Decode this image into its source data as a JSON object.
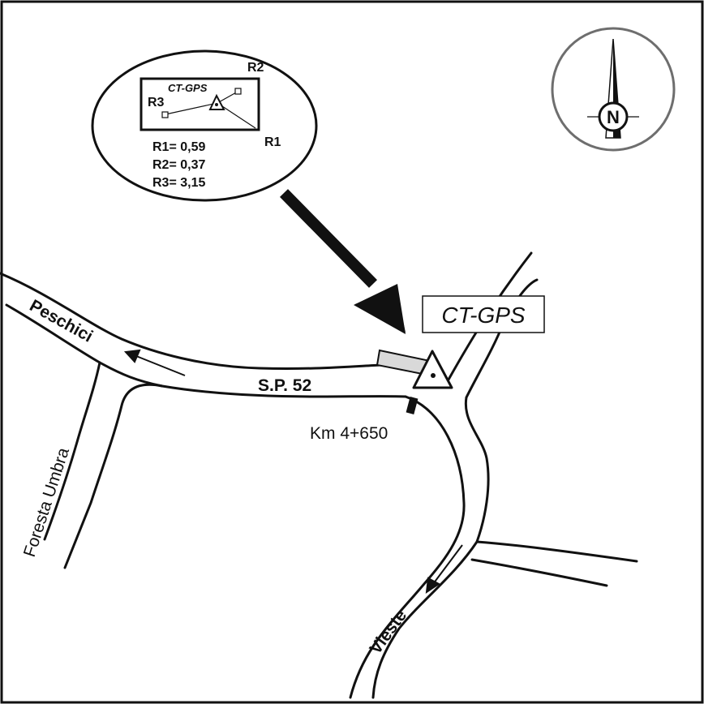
{
  "inset": {
    "station": "CT-GPS",
    "refs": [
      "R1",
      "R2",
      "R3"
    ],
    "distances": [
      {
        "ref": "R1",
        "text": "R1= 0,59",
        "value": 0.59
      },
      {
        "ref": "R2",
        "text": "R2= 0,37",
        "value": 0.37
      },
      {
        "ref": "R3",
        "text": "R3= 3,15",
        "value": 3.15
      }
    ]
  },
  "compass": {
    "letter": "N"
  },
  "labels": {
    "station": "CT-GPS",
    "road": "S.P. 52",
    "km": "Km 4+650",
    "peschici": "Peschici",
    "foresta": "Foresta Umbra",
    "vieste": "Vieste"
  },
  "colors": {
    "line": "#111111",
    "frame": "#111111",
    "compass_ring": "#6e6e6e",
    "building": "#d9d9d9"
  }
}
